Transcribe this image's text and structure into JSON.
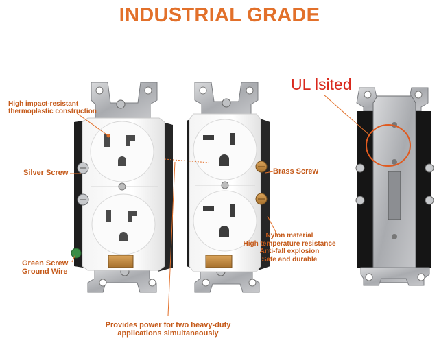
{
  "title": "INDUSTRIAL GRADE",
  "ul_label": "UL lsited",
  "labels": {
    "impact_line1": "High impact-resistant",
    "impact_line2": "thermoplastic construction",
    "silver_screw": "Silver Screw",
    "brass_screw": "Brass Screw",
    "green_line1": "Green Screw",
    "green_line2": "Ground Wire",
    "nylon_line1": "Nylon material",
    "nylon_line2": "High temperature resistance",
    "nylon_line3": "Anti-fall explosion",
    "nylon_line4": "Safe and durable",
    "power_line1": "Provides power for two heavy-duty",
    "power_line2": "applications simultaneously"
  },
  "colors": {
    "accent_orange": "#e2702a",
    "label_brown": "#c55a1a",
    "ul_red": "#d9281c"
  }
}
